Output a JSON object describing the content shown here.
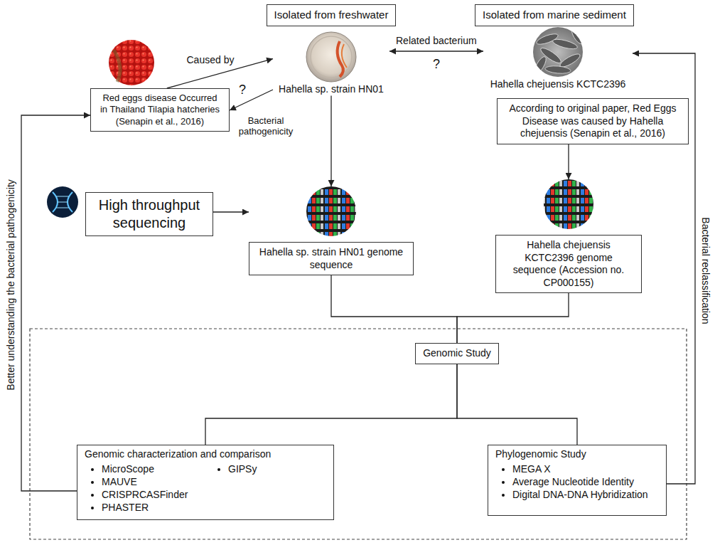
{
  "diagram": {
    "nodes": [
      {
        "text": [
          "Isolated from freshwater"
        ]
      },
      {
        "text": [
          "Isolated from marine sediment"
        ]
      },
      {
        "text": [
          "Red eggs disease Occurred in Thailand Tilapia hatcheries (Senapin et al., 2016)"
        ]
      },
      {
        "text": [
          "Hahella sp. strain HN01"
        ]
      },
      {
        "text": [
          "Hahella chejuensis KCTC2396"
        ]
      },
      {
        "text": [
          "According to original paper, Red Eggs Disease was caused by Hahella chejuensis (Senapin et al., 2016)"
        ]
      },
      {
        "text": [
          "High throughput sequencing"
        ]
      },
      {
        "text": [
          "Hahella sp. strain HN01 genome sequence"
        ]
      },
      {
        "text": [
          "Hahella chejuensis KCTC2396 genome sequence (Accession no. CP000155)"
        ]
      },
      {
        "text": [
          "Genomic Study"
        ]
      },
      {
        "text": [
          "Genomic characterization and comparison",
          "MicroScope",
          "MAUVE",
          "CRISPRCASFinder",
          "PHASTER",
          "GIPSy"
        ]
      },
      {
        "text": [
          "Phylogenomic Study",
          "MEGA X",
          "Average Nucleotide Identity",
          "Digital DNA-DNA Hybridization"
        ]
      }
    ],
    "edges": [
      {
        "from": 2,
        "to": 3,
        "label": "Caused by",
        "arrow": "to"
      },
      {
        "from": 3,
        "to": 4,
        "label": "Related bacterium",
        "arrow": "both"
      },
      {
        "from": 3,
        "to": 2,
        "label": "Bacterial pathogenicity",
        "arrow": "to"
      },
      {
        "from": 6,
        "to": 7,
        "arrow": "to"
      },
      {
        "from": 3,
        "to": 7,
        "arrow": "to"
      },
      {
        "from": 5,
        "to": 8,
        "arrow": "to"
      },
      {
        "from": 7,
        "to": 9,
        "arrow": "none"
      },
      {
        "from": 8,
        "to": 9,
        "arrow": "none"
      },
      {
        "from": 9,
        "to": 10,
        "arrow": "none"
      },
      {
        "from": 9,
        "to": 11,
        "arrow": "none"
      },
      {
        "from": 10,
        "to": 2,
        "label": "Better understanding the bacterial pathogenicity",
        "arrow": "to"
      },
      {
        "from": 11,
        "to": 4,
        "label": "Bacterial reclassification",
        "arrow": "to"
      }
    ],
    "labels": [
      "?",
      "?"
    ]
  }
}
